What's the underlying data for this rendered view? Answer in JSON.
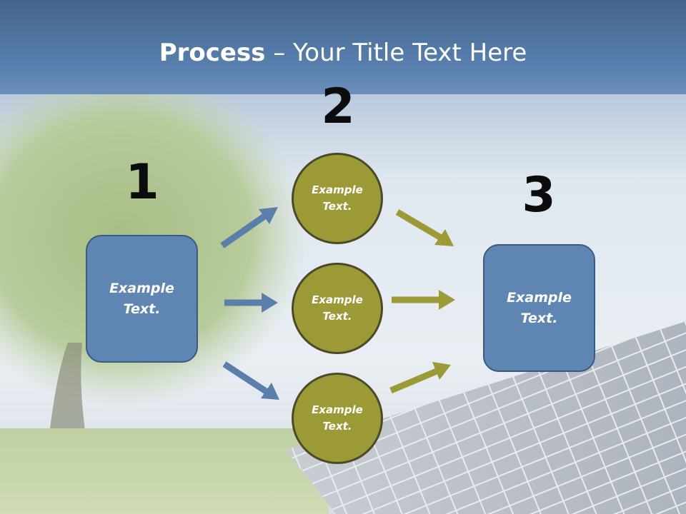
{
  "title": {
    "bold": "Process",
    "rest": " – Your Title Text Here"
  },
  "steps": [
    {
      "number": "1",
      "boxes": [
        "Example Text."
      ]
    },
    {
      "number": "2",
      "circles": [
        "Example Text.",
        "Example Text.",
        "Example Text."
      ]
    },
    {
      "number": "3",
      "boxes": [
        "Example Text."
      ]
    }
  ],
  "colors": {
    "title_band": "#587fae",
    "box_fill": "#5f86b2",
    "circle_fill": "#9b9a37",
    "blue_arrow": "#5b7fab",
    "olive_arrow": "#9b9a37"
  }
}
